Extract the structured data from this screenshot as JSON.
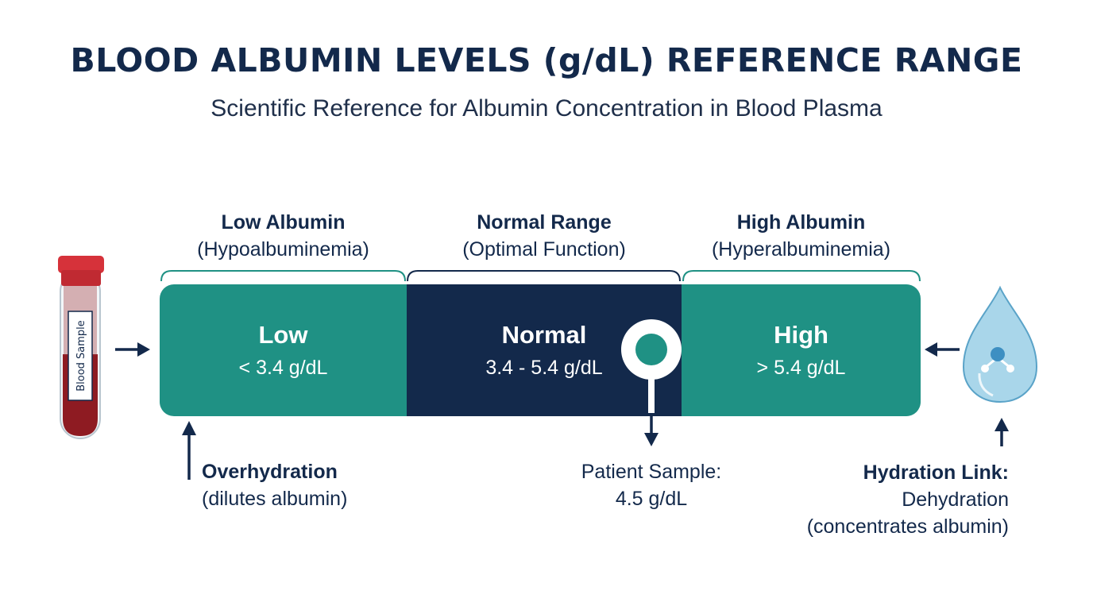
{
  "header": {
    "title": "BLOOD ALBUMIN LEVELS (g/dL) REFERENCE RANGE",
    "subtitle": "Scientific Reference for Albumin Concentration in Blood Plasma"
  },
  "categories": {
    "low": {
      "title": "Low Albumin",
      "subtitle": "(Hypoalbuminemia)"
    },
    "normal": {
      "title": "Normal Range",
      "subtitle": "(Optimal Function)"
    },
    "high": {
      "title": "High Albumin",
      "subtitle": "(Hyperalbuminemia)"
    }
  },
  "segments": {
    "low": {
      "label": "Low",
      "value": "< 3.4 g/dL"
    },
    "normal": {
      "label": "Normal",
      "value": "3.4 - 5.4 g/dL"
    },
    "high": {
      "label": "High",
      "value": "> 5.4 g/dL"
    }
  },
  "tube": {
    "label": "Blood Sample"
  },
  "notes": {
    "overhydration": {
      "title": "Overhydration",
      "detail": "(dilutes albumin)"
    },
    "patient": {
      "line1": "Patient Sample:",
      "line2": "4.5 g/dL"
    },
    "hydration": {
      "title": "Hydration Link:",
      "line1": "Dehydration",
      "line2": "(concentrates albumin)"
    }
  },
  "colors": {
    "navy": "#13294b",
    "teal": "#1f9184",
    "tube_cap": "#d6323a",
    "blood": "#8e1b22",
    "droplet": "#a9d6ea"
  }
}
